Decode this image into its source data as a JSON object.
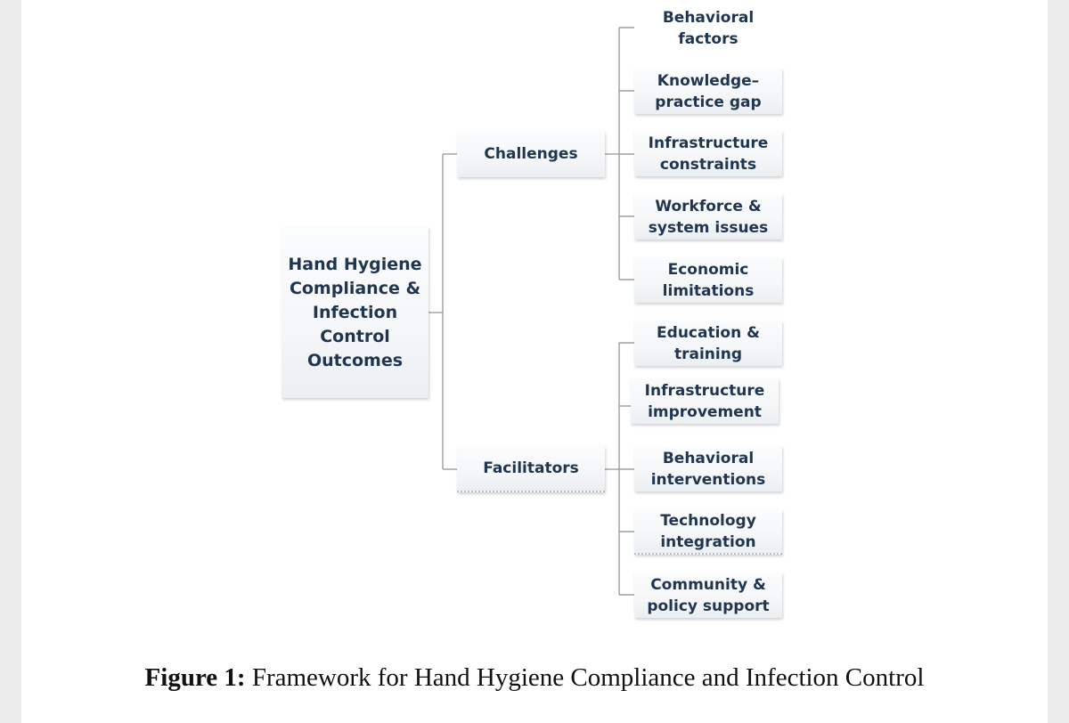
{
  "root": {
    "lines": [
      "Hand Hygiene",
      "Compliance &",
      "Infection",
      "Control",
      "Outcomes"
    ]
  },
  "branches": {
    "challenges": {
      "label": "Challenges",
      "items": [
        [
          "Behavioral factors"
        ],
        [
          "Knowledge–",
          "practice gap"
        ],
        [
          "Infrastructure",
          "constraints"
        ],
        [
          "Workforce &",
          "system issues"
        ],
        [
          "Economic",
          "limitations"
        ]
      ]
    },
    "facilitators": {
      "label": "Facilitators",
      "items": [
        [
          "Education &",
          "training"
        ],
        [
          "Infrastructure",
          "improvement"
        ],
        [
          "Behavioral",
          "interventions"
        ],
        [
          "Technology",
          "integration"
        ],
        [
          "Community &",
          "policy support"
        ]
      ]
    }
  },
  "caption": {
    "label": "Figure 1:",
    "text": "Framework for Hand Hygiene Compliance and Infection Control"
  }
}
